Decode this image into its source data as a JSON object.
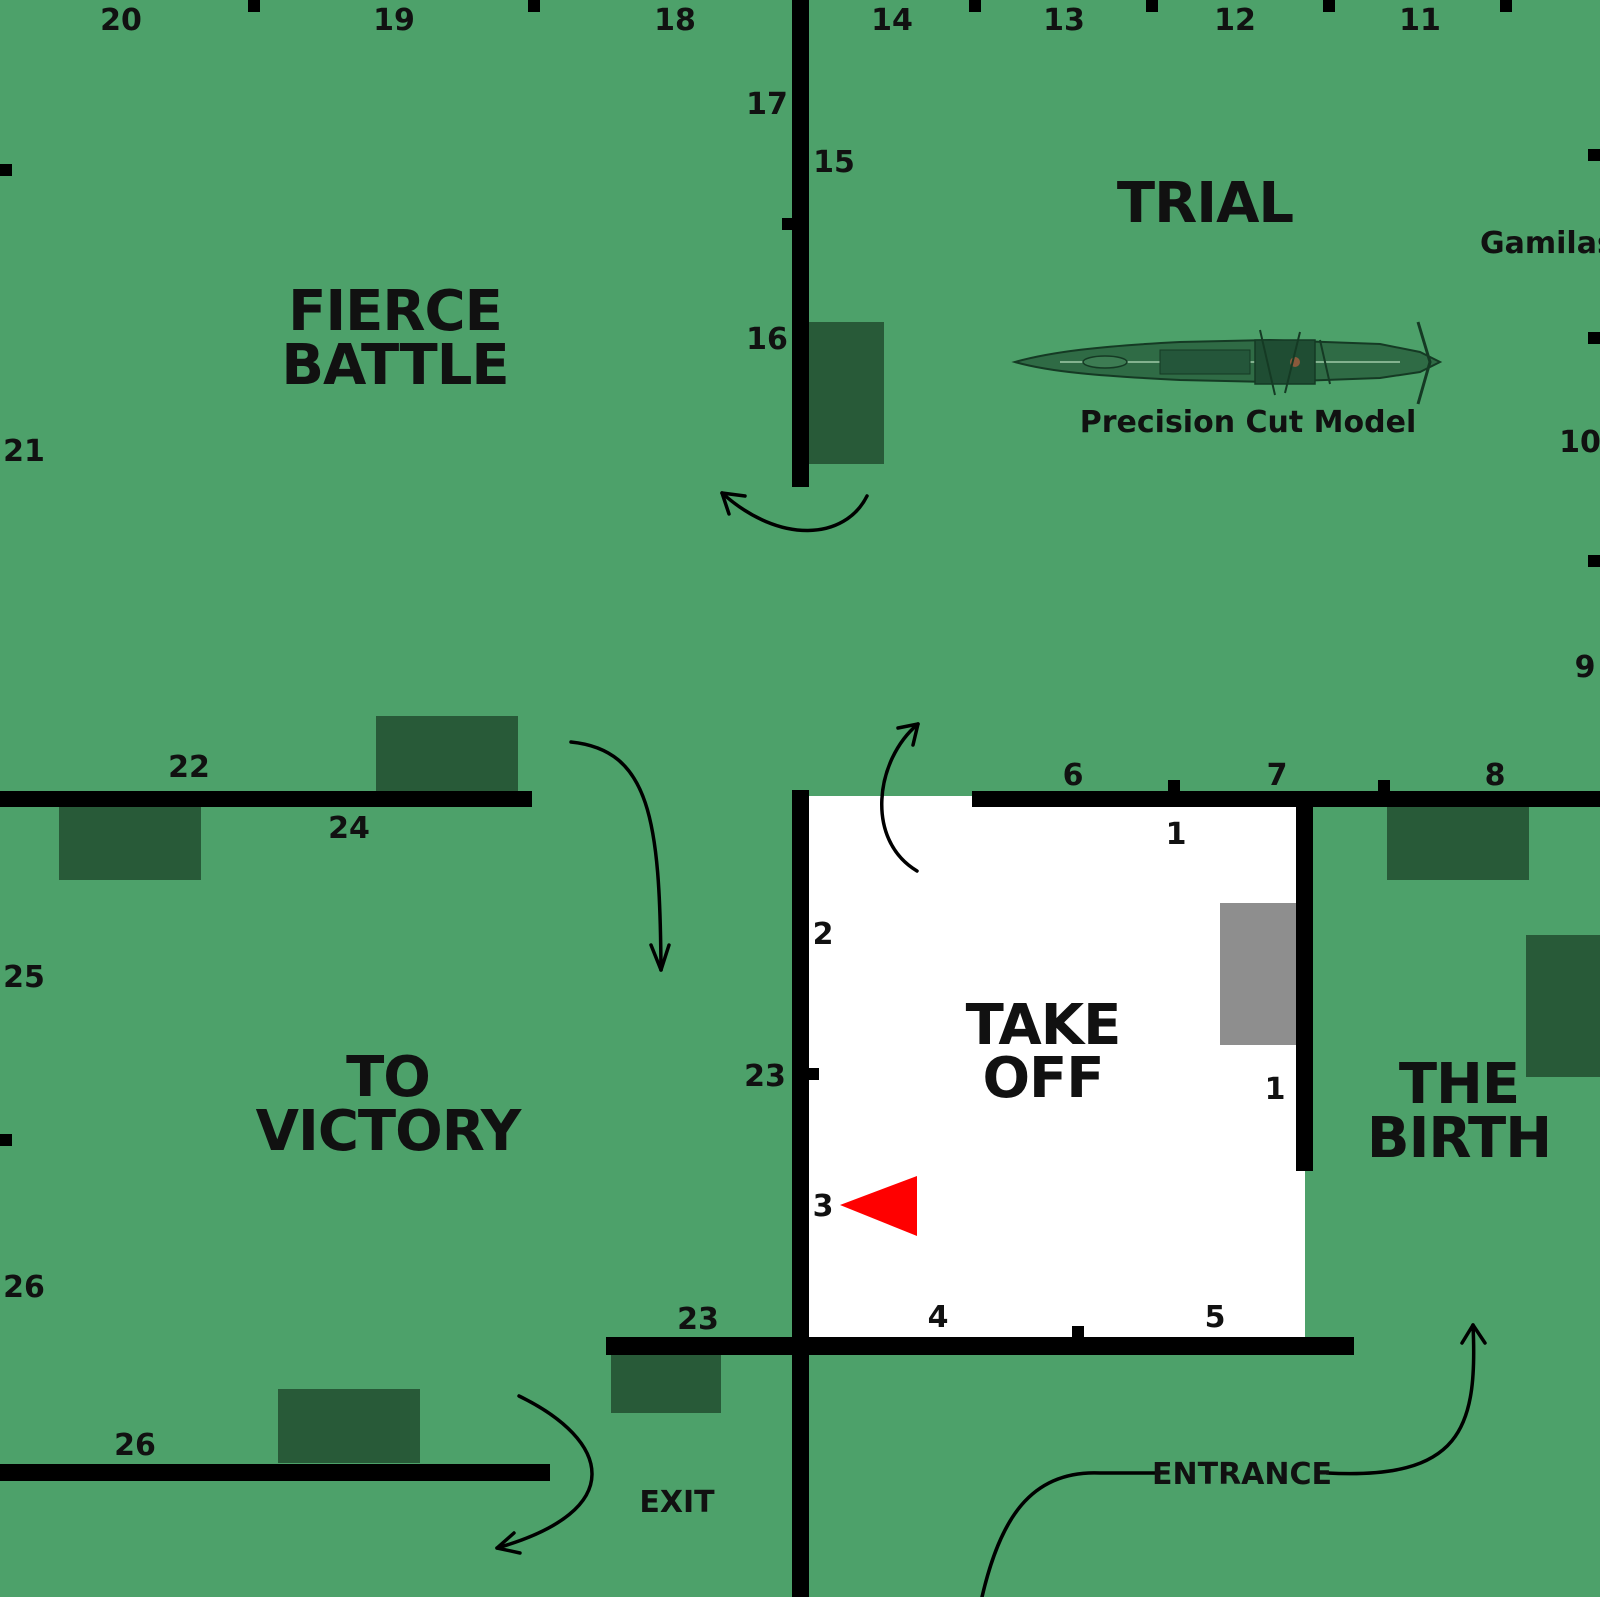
{
  "colors": {
    "floor": "#4da16a",
    "wall": "#000000",
    "panel": "#285a38",
    "start_room": "#ffffff",
    "grey_panel": "#8e8e8e",
    "marker": "#ff0000"
  },
  "rooms": {
    "fierce_battle": {
      "line1": "FIERCE",
      "line2": "BATTLE"
    },
    "trial": {
      "label": "TRIAL"
    },
    "to_victory": {
      "line1": "TO",
      "line2": "VICTORY"
    },
    "take_off": {
      "line1": "TAKE",
      "line2": "OFF"
    },
    "the_birth": {
      "line1": "THE",
      "line2": "BIRTH"
    }
  },
  "labels": {
    "gamilas": "Gamilas",
    "precision_cut_model": "Precision Cut Model",
    "entrance": "ENTRANCE",
    "exit": "EXIT"
  },
  "icons": {
    "ship": "yamato-ship-model-icon",
    "current_location": "you-are-here-marker-icon",
    "flow_arrow": "curved-arrow-icon"
  },
  "numbers": {
    "n20": "20",
    "n19": "19",
    "n18": "18",
    "n14": "14",
    "n13": "13",
    "n12": "12",
    "n11": "11",
    "n17": "17",
    "n15": "15",
    "n16": "16",
    "n21": "21",
    "n10": "10",
    "n9": "9",
    "n22": "22",
    "n24": "24",
    "n6": "6",
    "n7": "7",
    "n8": "8",
    "n1a": "1",
    "n2": "2",
    "n23a": "23",
    "n1b": "1",
    "n3": "3",
    "n25": "25",
    "n26a": "26",
    "n23b": "23",
    "n4": "4",
    "n5": "5",
    "n26b": "26"
  }
}
